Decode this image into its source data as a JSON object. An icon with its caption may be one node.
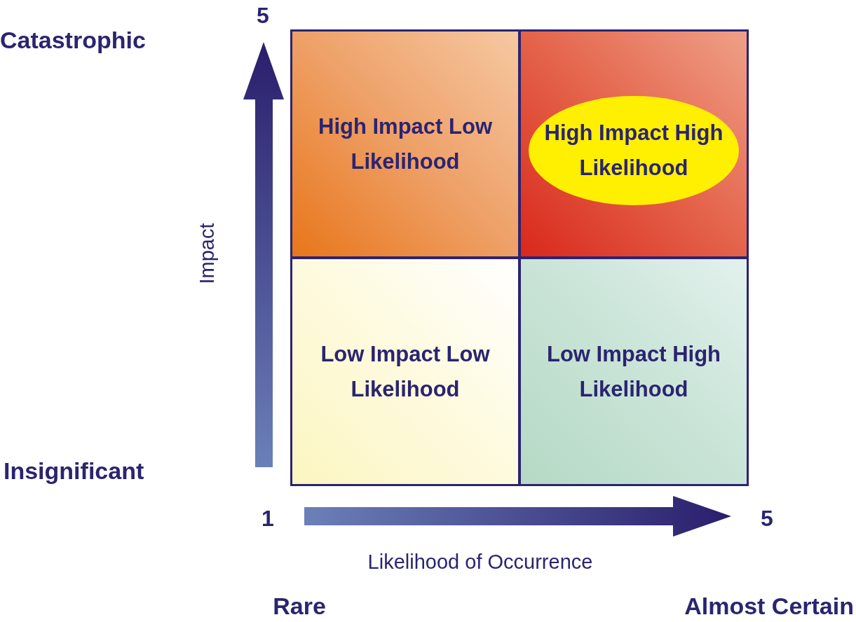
{
  "diagram": {
    "nodes": [
      {
        "text": [
          "High Impact Low Likelihood"
        ]
      },
      {
        "text": [],
        "shape": "box"
      },
      {
        "text": [
          "High Impact High Likelihood"
        ],
        "in": 1
      },
      {
        "text": [
          "Low Impact Low Likelihood"
        ]
      },
      {
        "text": [
          "Low Impact High Likelihood"
        ]
      }
    ],
    "labels": [
      "5",
      "Catastrophic",
      "Impact",
      "Insignificant",
      "1",
      "5",
      "Likelihood of Occurrence",
      "Rare",
      "Almost Certain"
    ]
  }
}
